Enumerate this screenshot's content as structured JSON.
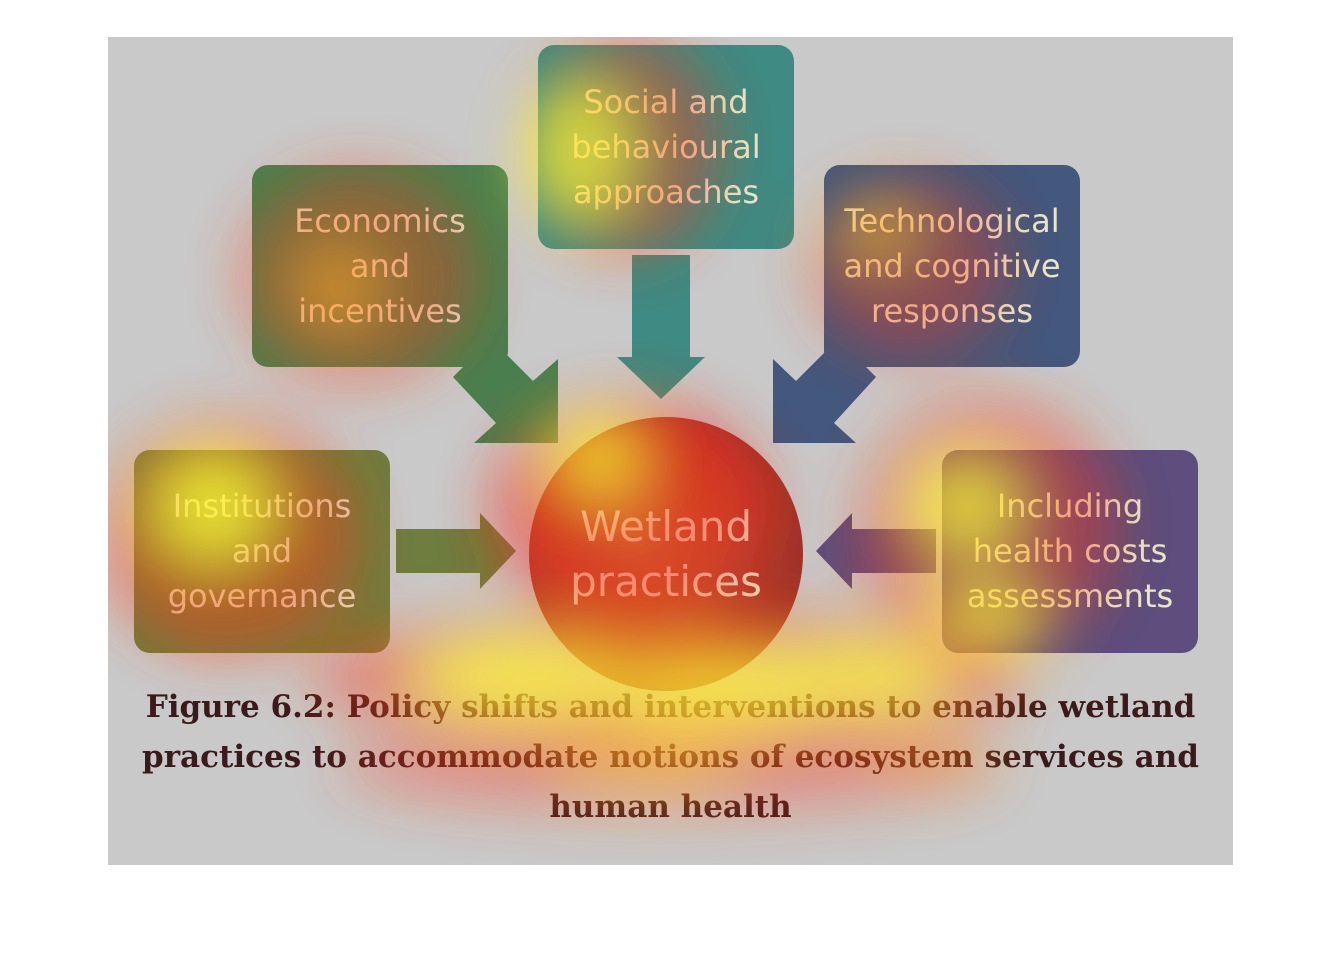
{
  "diagram": {
    "center": "Wetland\npractices",
    "nodes": {
      "social": "Social and\nbehavioural\napproaches",
      "economics": "Economics\nand\nincentives",
      "technological": "Technological\nand cognitive\nresponses",
      "institutions": "Institutions\nand\ngovernance",
      "health": "Including\nhealth costs\nassessments"
    },
    "colors": {
      "social": "#3f8a82",
      "economics": "#4a7f4f",
      "technological": "#44577c",
      "institutions": "#6f7d3e",
      "health": "#5d4e7d",
      "center": "#a93b2e",
      "background": "#c9c9c9"
    }
  },
  "caption": "Figure 6.2: Policy shifts and interventions to enable wetland practices to accommodate notions of ecosystem services and human health"
}
